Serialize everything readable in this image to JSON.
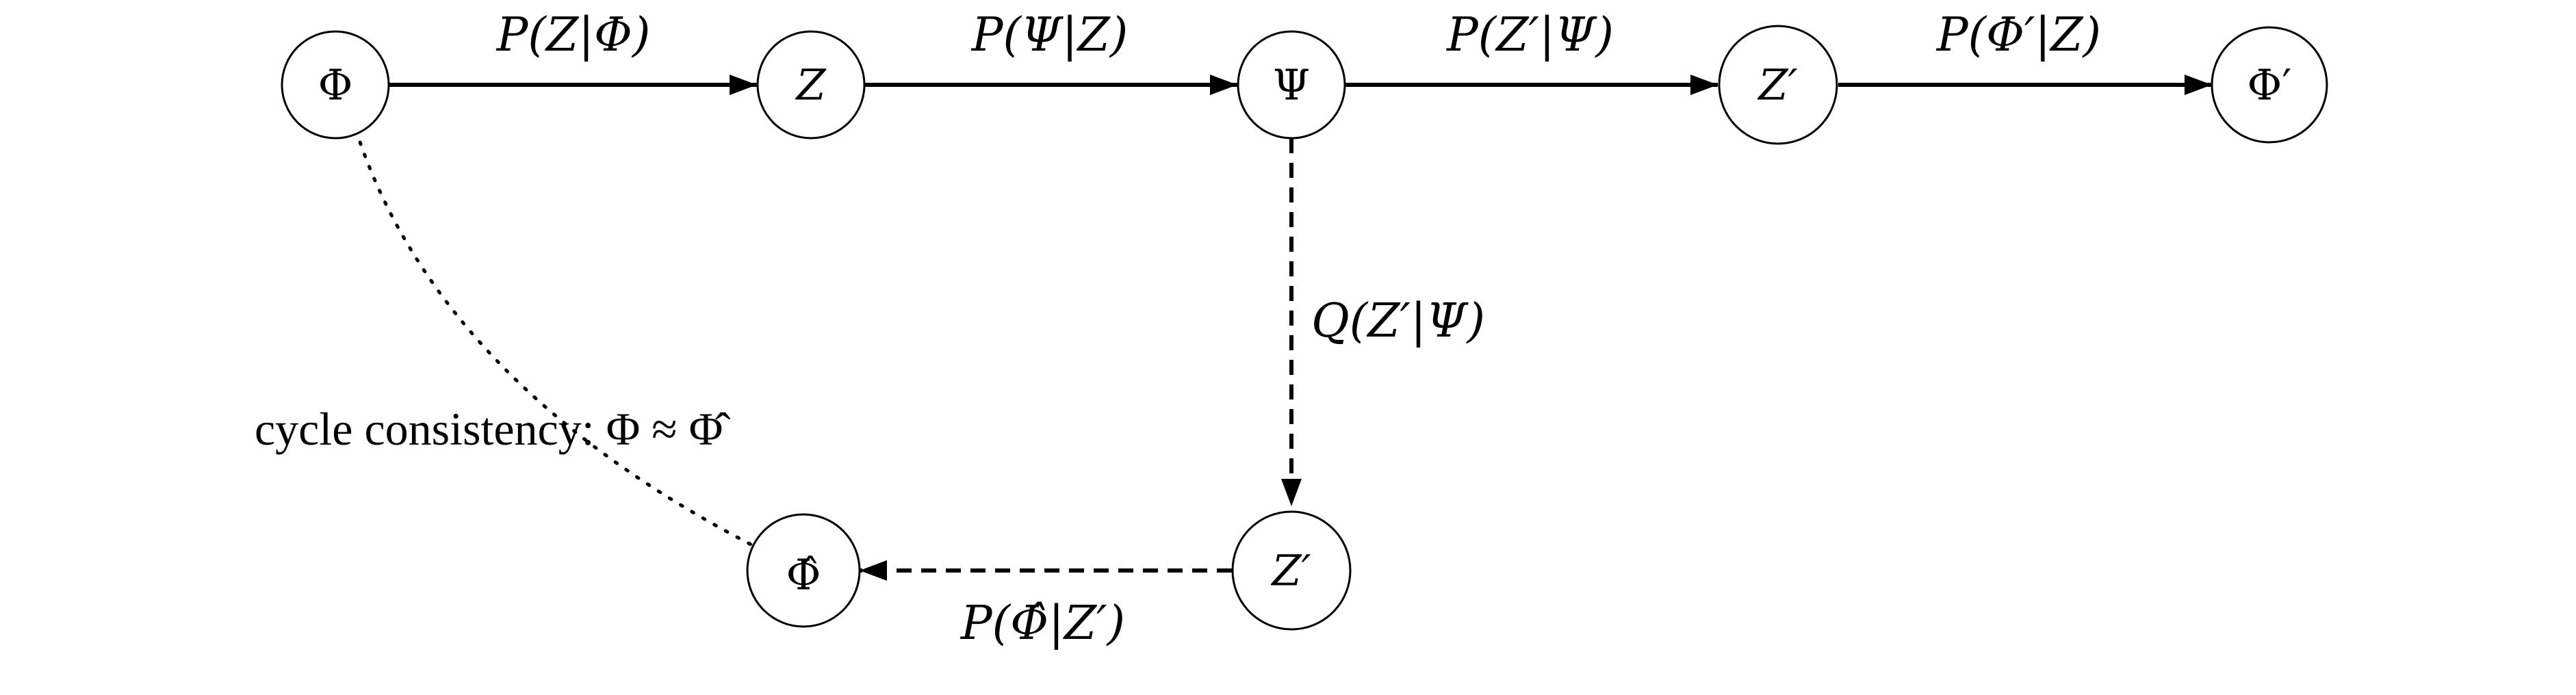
{
  "nodes": {
    "phi": "Φ",
    "z": "Z",
    "psi": "Ψ",
    "z_prime_top": "Z′",
    "phi_prime": "Φ′",
    "z_prime_bottom": "Z′",
    "phi_hat": "Φ̂"
  },
  "edges": {
    "phi_to_z": "P(Z|Φ)",
    "z_to_psi": "P(Ψ|Z)",
    "psi_to_zprime": "P(Z′|Ψ)",
    "zprime_to_phiprime": "P(Φ′|Z)",
    "psi_to_zprime_q": "Q(Z′|Ψ)",
    "zprime_to_phihat": "P(Φ̂|Z′)"
  },
  "annotation": {
    "cycle_text": "cycle consistency: Φ ≈ Φ̂"
  }
}
